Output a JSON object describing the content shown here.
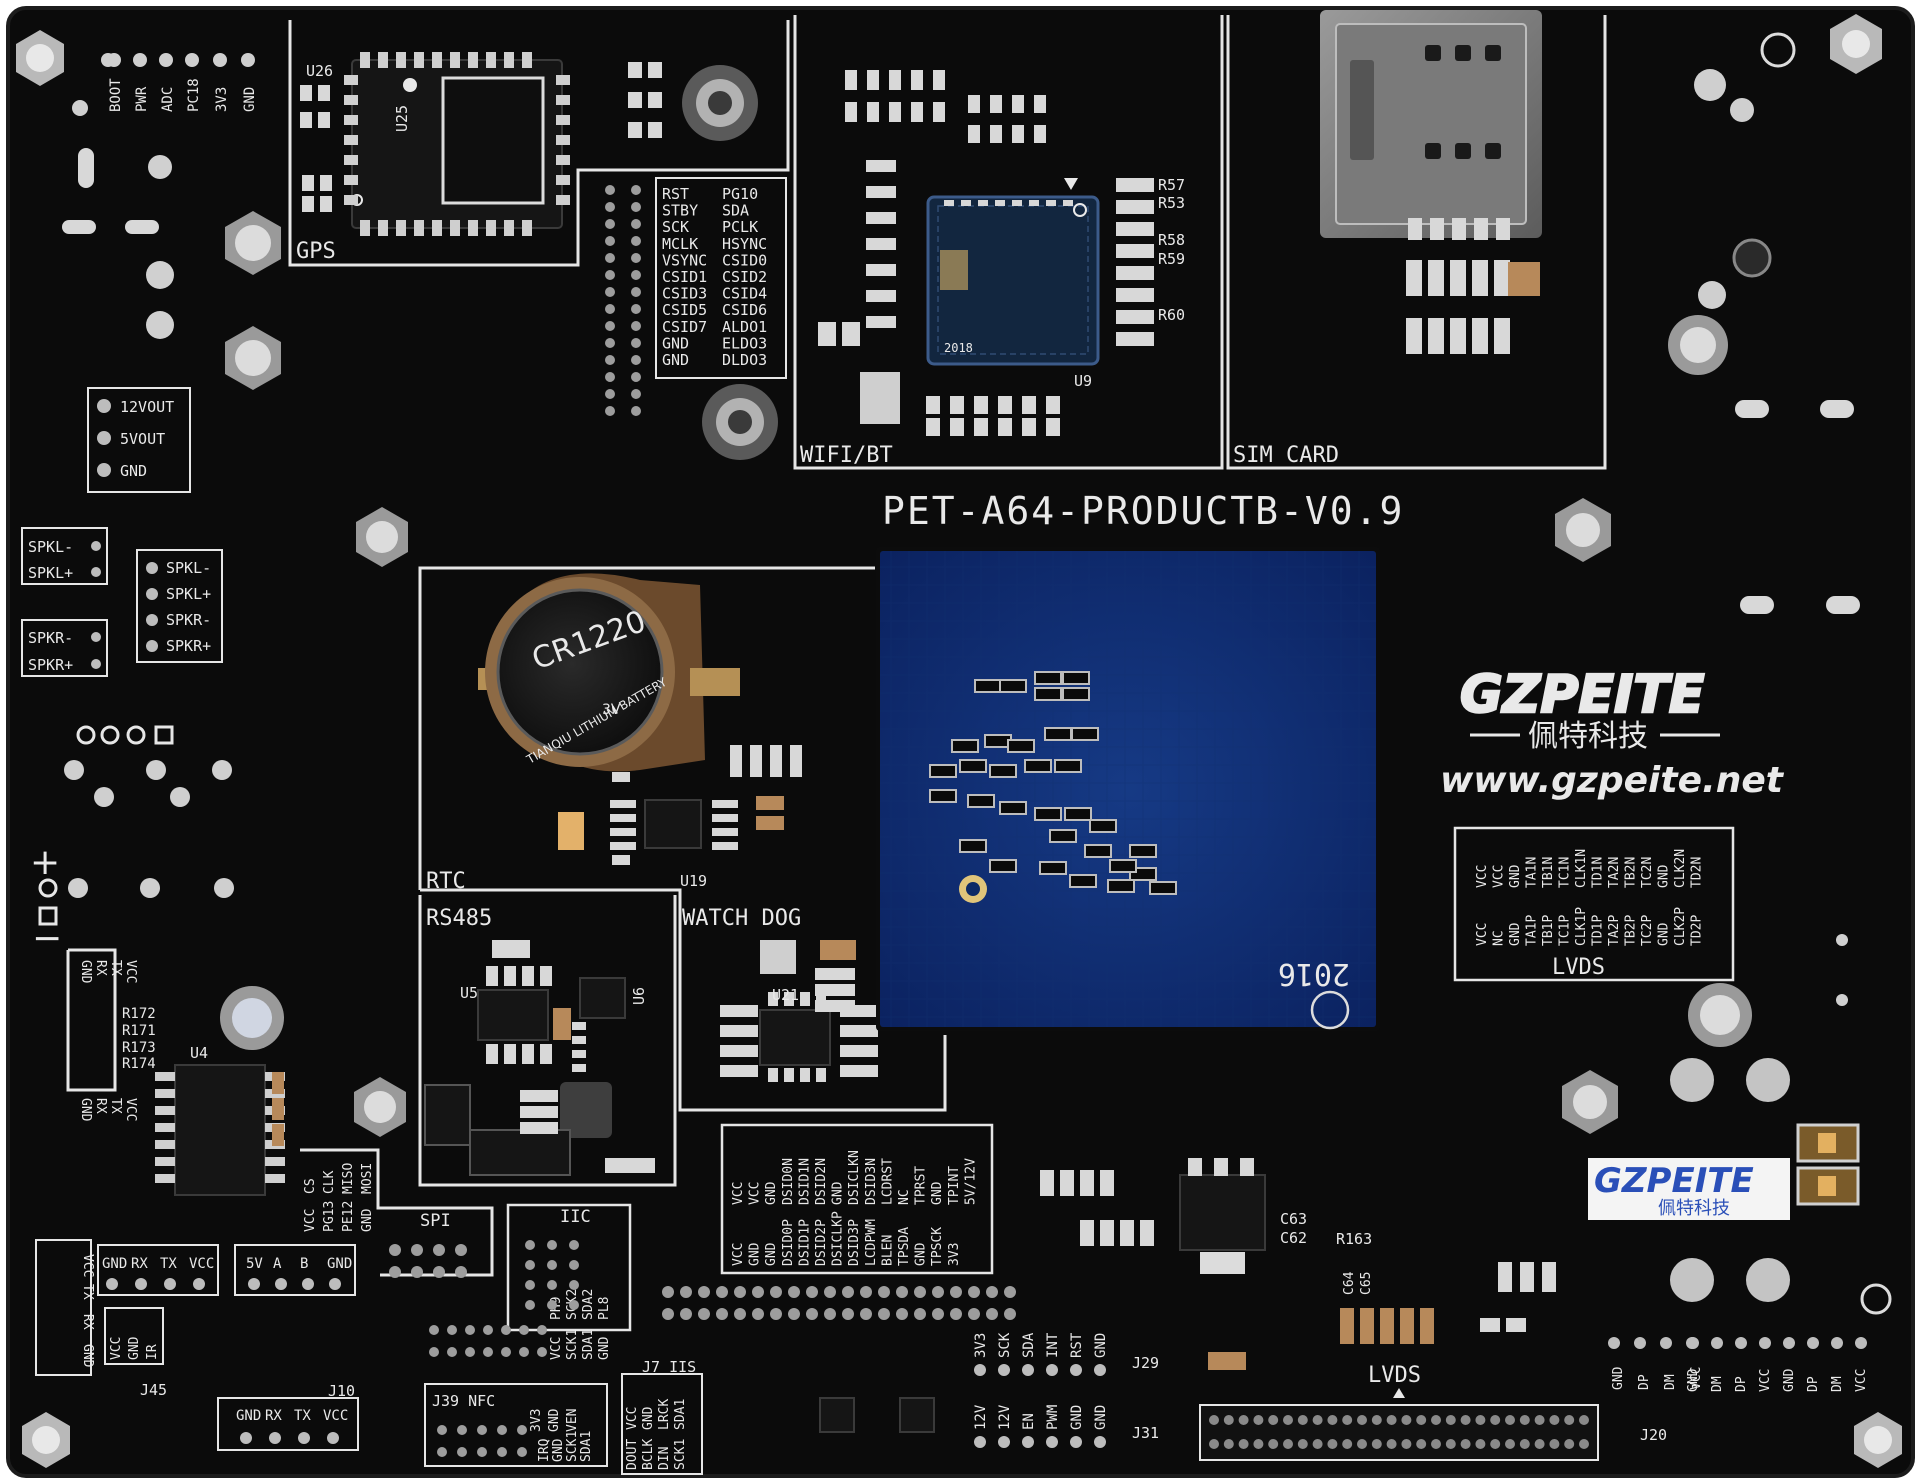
{
  "board": {
    "name": "PET-A64-PRODUCTB-V0.9",
    "brand": "GZPEITE",
    "brand_cn": "佩特科技",
    "url": "www.gzpeite.net",
    "colors": {
      "pcb": "#0b0b0b",
      "silk": "#e9e9e9",
      "soc": "#0f2a66",
      "gold": "#c9a25a"
    }
  },
  "sections": {
    "gps": "GPS",
    "wifi": "WIFI/BT",
    "sim": "SIM CARD",
    "rtc": "RTC",
    "rs485": "RS485",
    "watchdog": "WATCH DOG",
    "lvds_block": "LVDS",
    "lvds_conn": "LVDS",
    "spi": "SPI",
    "iic": "IIC",
    "iis": "J7 IIS",
    "nfc": "J39 NFC"
  },
  "parts": {
    "u26": "U26",
    "u25": "U25",
    "u9": "U9",
    "u19": "U19",
    "u5": "U5",
    "u6": "U6",
    "u21": "U21",
    "u4": "U4",
    "j45": "J45",
    "j10": "J10",
    "j29": "J29",
    "j31": "J31",
    "j20": "J20",
    "r57": "R57",
    "r53": "R53",
    "r58": "R58",
    "r59": "R59",
    "r60": "R60",
    "r172": "R172",
    "r171": "R171",
    "r173": "R173",
    "r174": "R174",
    "c63": "C63",
    "c62": "C62",
    "r163": "R163",
    "c64": "C64",
    "c65": "C65"
  },
  "battery": {
    "model": "CR1220",
    "voltage": "3V",
    "maker": "TIANQIU LITHIUM BATTERY"
  },
  "module_year": "2018",
  "soc_marking": "2016",
  "top_left_pins": [
    "BOOT",
    "PWR",
    "ADC",
    "PC18",
    "3V3",
    "GND"
  ],
  "power_pins": [
    "12VOUT",
    "5VOUT",
    "GND"
  ],
  "spk_left": [
    "SPKL-",
    "SPKL+",
    "SPKR-",
    "SPKR+"
  ],
  "spk_right": [
    "SPKL-",
    "SPKL+",
    "SPKR-",
    "SPKR+"
  ],
  "csi_pins": [
    [
      "RST",
      "PG10"
    ],
    [
      "STBY",
      "SDA"
    ],
    [
      "SCK",
      "PCLK"
    ],
    [
      "MCLK",
      "HSYNC"
    ],
    [
      "VSYNC",
      "CSID0"
    ],
    [
      "CSID1",
      "CSID2"
    ],
    [
      "CSID3",
      "CSID4"
    ],
    [
      "CSID5",
      "CSID6"
    ],
    [
      "CSID7",
      "ALDO1"
    ],
    [
      "GND",
      "ELDO3"
    ],
    [
      "GND",
      "DLDO3"
    ]
  ],
  "lvds_pins_a": [
    "VCC",
    "VCC",
    "GND",
    "TA1N",
    "TB1N",
    "TC1N",
    "CLK1N",
    "TD1N",
    "TA2N",
    "TB2N",
    "TC2N",
    "GND",
    "CLK2N",
    "TD2N"
  ],
  "lvds_pins_b": [
    "VCC",
    "NC",
    "GND",
    "TA1P",
    "TB1P",
    "TC1P",
    "CLK1P",
    "TD1P",
    "TA2P",
    "TB2P",
    "TC2P",
    "GND",
    "CLK2P",
    "TD2P"
  ],
  "dsi_pins_a": [
    "VCC",
    "VCC",
    "GND",
    "DSID0N",
    "DSID1N",
    "DSID2N",
    "GND",
    "DSICLKN",
    "DSID3N",
    "LCDRST",
    "NC",
    "TPRST",
    "GND",
    "TPINT",
    "5V/12V"
  ],
  "dsi_pins_b": [
    "VCC",
    "GND",
    "GND",
    "DSID0P",
    "DSID1P",
    "DSID2P",
    "DSICLKP",
    "DSID3P",
    "LCDPWM",
    "BLEN",
    "TPSDA",
    "GND",
    "TPSCK",
    "3V3"
  ],
  "spi_pins": [
    "VCC",
    "CS",
    "PG13",
    "CLK",
    "PE12",
    "MISO",
    "GND",
    "MOSI"
  ],
  "iic_pins": [
    "PH9",
    "SCK2",
    "SDA2",
    "PL8",
    "VCC",
    "SCK1",
    "SDA1",
    "GND"
  ],
  "uart_rows": [
    "GND",
    "RX",
    "TX",
    "VCC"
  ],
  "rs485_pins": [
    "5V",
    "A",
    "B",
    "GND"
  ],
  "ir_pins": [
    "VCC",
    "GND",
    "IR"
  ],
  "j10_pins": [
    "GND",
    "RX",
    "TX",
    "VCC"
  ],
  "nfc_pins": [
    "3V3",
    "GND",
    "VEN",
    "IRQ",
    "GND",
    "SCK1",
    "SDA1"
  ],
  "iis_pins": [
    "DOUT",
    "VCC",
    "BCLK",
    "GND",
    "DIN",
    "LRCK",
    "SCK1",
    "SDA1"
  ],
  "j29_pins": [
    "3V3",
    "SCK",
    "SDA",
    "INT",
    "RST",
    "GND"
  ],
  "j31_pins": [
    "12V",
    "12V",
    "EN",
    "PWM",
    "GND",
    "GND"
  ],
  "usb_pins_a": [
    "GND",
    "DP",
    "DM",
    "VCC"
  ],
  "usb_pins_b": [
    "GND",
    "DM",
    "DP",
    "VCC",
    "GND",
    "DP",
    "DM",
    "VCC"
  ],
  "power_signs": [
    "+",
    "−"
  ]
}
